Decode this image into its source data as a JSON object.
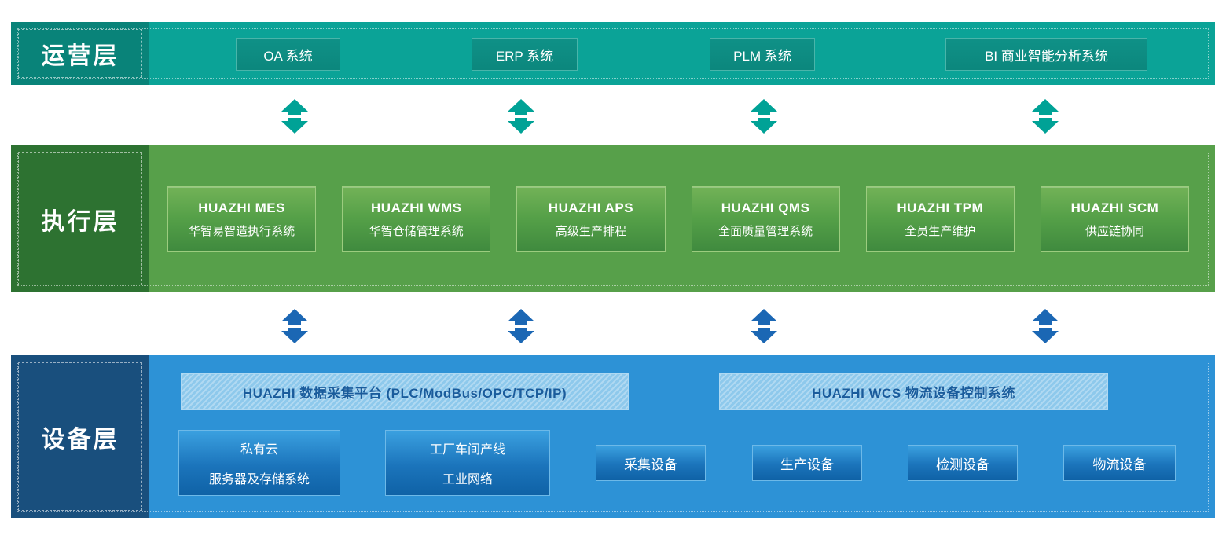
{
  "layers": {
    "operations": {
      "label": "运营层",
      "systems": [
        {
          "label": "OA 系统"
        },
        {
          "label": "ERP 系统"
        },
        {
          "label": "PLM 系统"
        },
        {
          "label": "BI 商业智能分析系统"
        }
      ]
    },
    "execution": {
      "label": "执行层",
      "systems": [
        {
          "title": "HUAZHI MES",
          "subtitle": "华智易智造执行系统"
        },
        {
          "title": "HUAZHI WMS",
          "subtitle": "华智仓储管理系统"
        },
        {
          "title": "HUAZHI APS",
          "subtitle": "高级生产排程"
        },
        {
          "title": "HUAZHI QMS",
          "subtitle": "全面质量管理系统"
        },
        {
          "title": "HUAZHI TPM",
          "subtitle": "全员生产维护"
        },
        {
          "title": "HUAZHI SCM",
          "subtitle": "供应链协同"
        }
      ]
    },
    "device": {
      "label": "设备层",
      "platforms": [
        {
          "label": "HUAZHI 数据采集平台 (PLC/ModBus/OPC/TCP/IP)"
        },
        {
          "label": "HUAZHI WCS 物流设备控制系统"
        }
      ],
      "infrastructure": [
        {
          "line1": "私有云",
          "line2": "服务器及存储系统"
        },
        {
          "line1": "工厂车间产线",
          "line2": "工业网络"
        }
      ],
      "devices": [
        {
          "label": "采集设备"
        },
        {
          "label": "生产设备"
        },
        {
          "label": "检测设备"
        },
        {
          "label": "物流设备"
        }
      ]
    }
  },
  "colors": {
    "operations_band": "#0ba397",
    "operations_label_bg": "#098379",
    "execution_band": "#57a04a",
    "execution_label_bg": "#2d7231",
    "device_band": "#2d92d6",
    "device_label_bg": "#194f7d",
    "teal_arrow": "#00a296",
    "blue_arrow": "#1b67b4",
    "platform_banner_bg": "#8ec9ec",
    "platform_banner_text": "#1a5c9c"
  }
}
